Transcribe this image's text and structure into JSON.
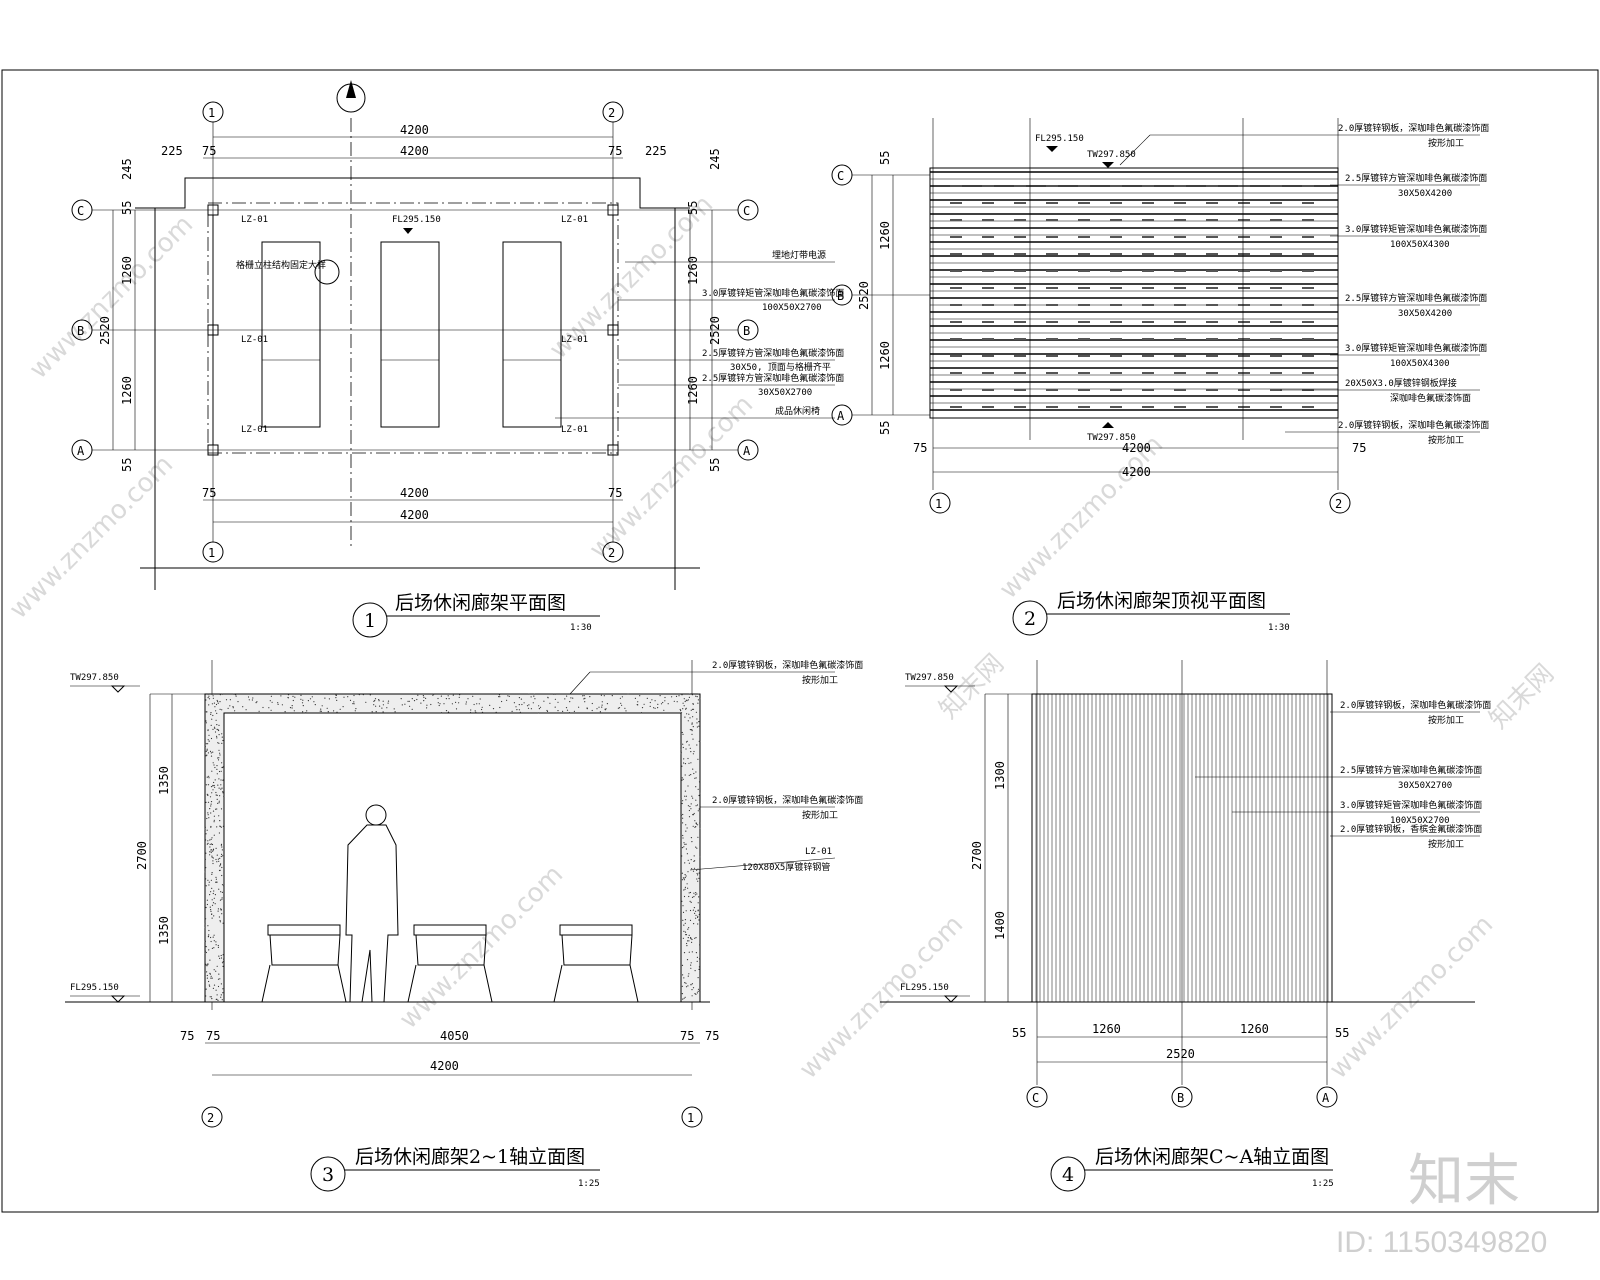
{
  "watermark": {
    "site": "www.znzmo.com",
    "brand": "知末",
    "brand_small": "知末网",
    "id_label": "ID: 1150349820"
  },
  "dims": {
    "d4200": "4200",
    "d4050": "4050",
    "d2520": "2520",
    "d2700": "2700",
    "d1260": "1260",
    "d1350": "1350",
    "d1300": "1300",
    "d1400": "1400",
    "d245": "245",
    "d225": "225",
    "d75": "75",
    "d55": "55"
  },
  "axes": {
    "a1": "1",
    "a2": "2",
    "aA": "A",
    "aB": "B",
    "aC": "C"
  },
  "elev": {
    "fl": "FL295.150",
    "tw": "TW297.850"
  },
  "col": "LZ-01",
  "drawings": [
    {
      "num": "1",
      "title": "后场休闲廊架平面图",
      "scale": "1:30"
    },
    {
      "num": "2",
      "title": "后场休闲廊架顶视平面图",
      "scale": "1:30"
    },
    {
      "num": "3",
      "title": "后场休闲廊架2~1轴立面图",
      "scale": "1:25"
    },
    {
      "num": "4",
      "title": "后场休闲廊架C~A轴立面图",
      "scale": "1:25"
    }
  ],
  "plan_notes": {
    "n1": "埋地灯带电源",
    "n2": "3.0厚镀锌矩管深咖啡色氟碳漆饰面",
    "n2b": "100X50X2700",
    "n3": "2.5厚镀锌方管深咖啡色氟碳漆饰面",
    "n3b": "30X50, 顶面与格栅齐平",
    "n4": "2.5厚镀锌方管深咖啡色氟碳漆饰面",
    "n4b": "30X50X2700",
    "n5": "成品休闲椅",
    "n6": "格栅立柱结构固定大样"
  },
  "roof_notes": {
    "r1": "2.0厚镀锌钢板，深咖啡色氟碳漆饰面",
    "r1b": "按形加工",
    "r2": "2.5厚镀锌方管深咖啡色氟碳漆饰面",
    "r2b": "30X50X4200",
    "r3": "3.0厚镀锌矩管深咖啡色氟碳漆饰面",
    "r3b": "100X50X4300",
    "r4": "2.5厚镀锌方管深咖啡色氟碳漆饰面",
    "r4b": "30X50X4200",
    "r5": "3.0厚镀锌矩管深咖啡色氟碳漆饰面",
    "r5b": "100X50X4300",
    "r6": "20X50X3.0厚镀锌钢板焊接",
    "r6b": "深咖啡色氟碳漆饰面",
    "r7": "2.0厚镀锌钢板，深咖啡色氟碳漆饰面",
    "r7b": "按形加工"
  },
  "elev3_notes": {
    "e1": "2.0厚镀锌钢板，深咖啡色氟碳漆饰面",
    "e1b": "按形加工",
    "e2": "2.0厚镀锌钢板，深咖啡色氟碳漆饰面",
    "e2b": "按形加工",
    "e3": "LZ-01",
    "e3b": "120X80X5厚镀锌钢管"
  },
  "elev4_notes": {
    "f1": "2.0厚镀锌钢板，深咖啡色氟碳漆饰面",
    "f1b": "按形加工",
    "f2": "2.5厚镀锌方管深咖啡色氟碳漆饰面",
    "f2b": "30X50X2700",
    "f3": "3.0厚镀锌矩管深咖啡色氟碳漆饰面",
    "f3b": "100X50X2700",
    "f4": "2.0厚镀锌钢板，香槟金氟碳漆饰面",
    "f4b": "按形加工"
  }
}
